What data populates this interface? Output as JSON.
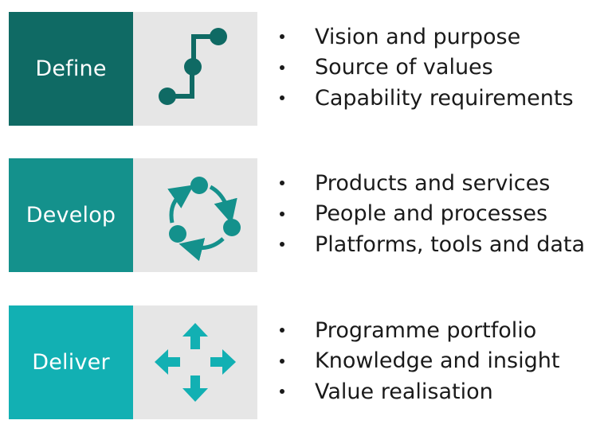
{
  "stages": [
    {
      "title": "Define",
      "color": "#0f6a64",
      "icon": "step-path-icon",
      "items": [
        "Vision and purpose",
        "Source of values",
        "Capability requirements"
      ]
    },
    {
      "title": "Develop",
      "color": "#14918c",
      "icon": "cycle-icon",
      "items": [
        "Products and services",
        "People and processes",
        "Platforms, tools and data"
      ]
    },
    {
      "title": "Deliver",
      "color": "#12b0b3",
      "icon": "four-arrows-icon",
      "items": [
        "Programme portfolio",
        "Knowledge and insight",
        "Value realisation"
      ]
    }
  ]
}
